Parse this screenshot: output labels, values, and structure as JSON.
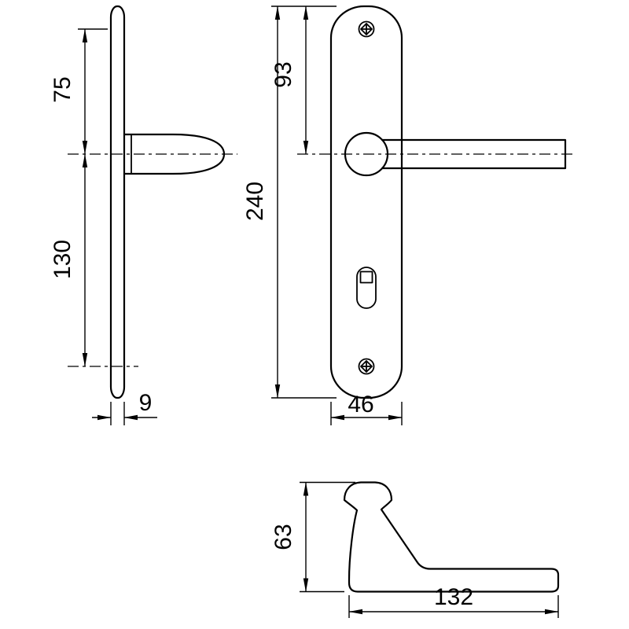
{
  "drawing": {
    "colors": {
      "line": "#000000",
      "background": "#ffffff"
    },
    "views": {
      "side": {
        "dim_top_to_handle": "75",
        "dim_handle_to_bottom_screw": "130",
        "dim_plate_thickness": "9"
      },
      "front": {
        "dim_top_to_handle_center": "93",
        "dim_plate_height": "240",
        "dim_plate_width": "46"
      },
      "handle_profile": {
        "dim_height": "63",
        "dim_length": "132"
      }
    }
  }
}
